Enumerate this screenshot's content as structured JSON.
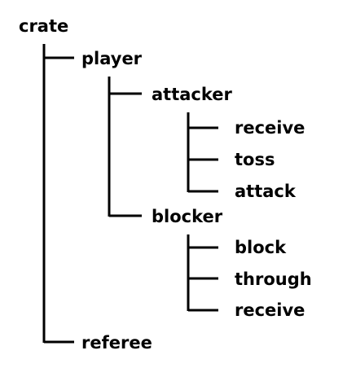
{
  "tree": {
    "root": {
      "label": "crate",
      "children": [
        {
          "label": "player",
          "children": [
            {
              "label": "attacker",
              "children": [
                {
                  "label": "receive"
                },
                {
                  "label": "toss"
                },
                {
                  "label": "attack"
                }
              ]
            },
            {
              "label": "blocker",
              "children": [
                {
                  "label": "block"
                },
                {
                  "label": "through"
                },
                {
                  "label": "receive"
                }
              ]
            }
          ]
        },
        {
          "label": "referee"
        }
      ]
    }
  }
}
